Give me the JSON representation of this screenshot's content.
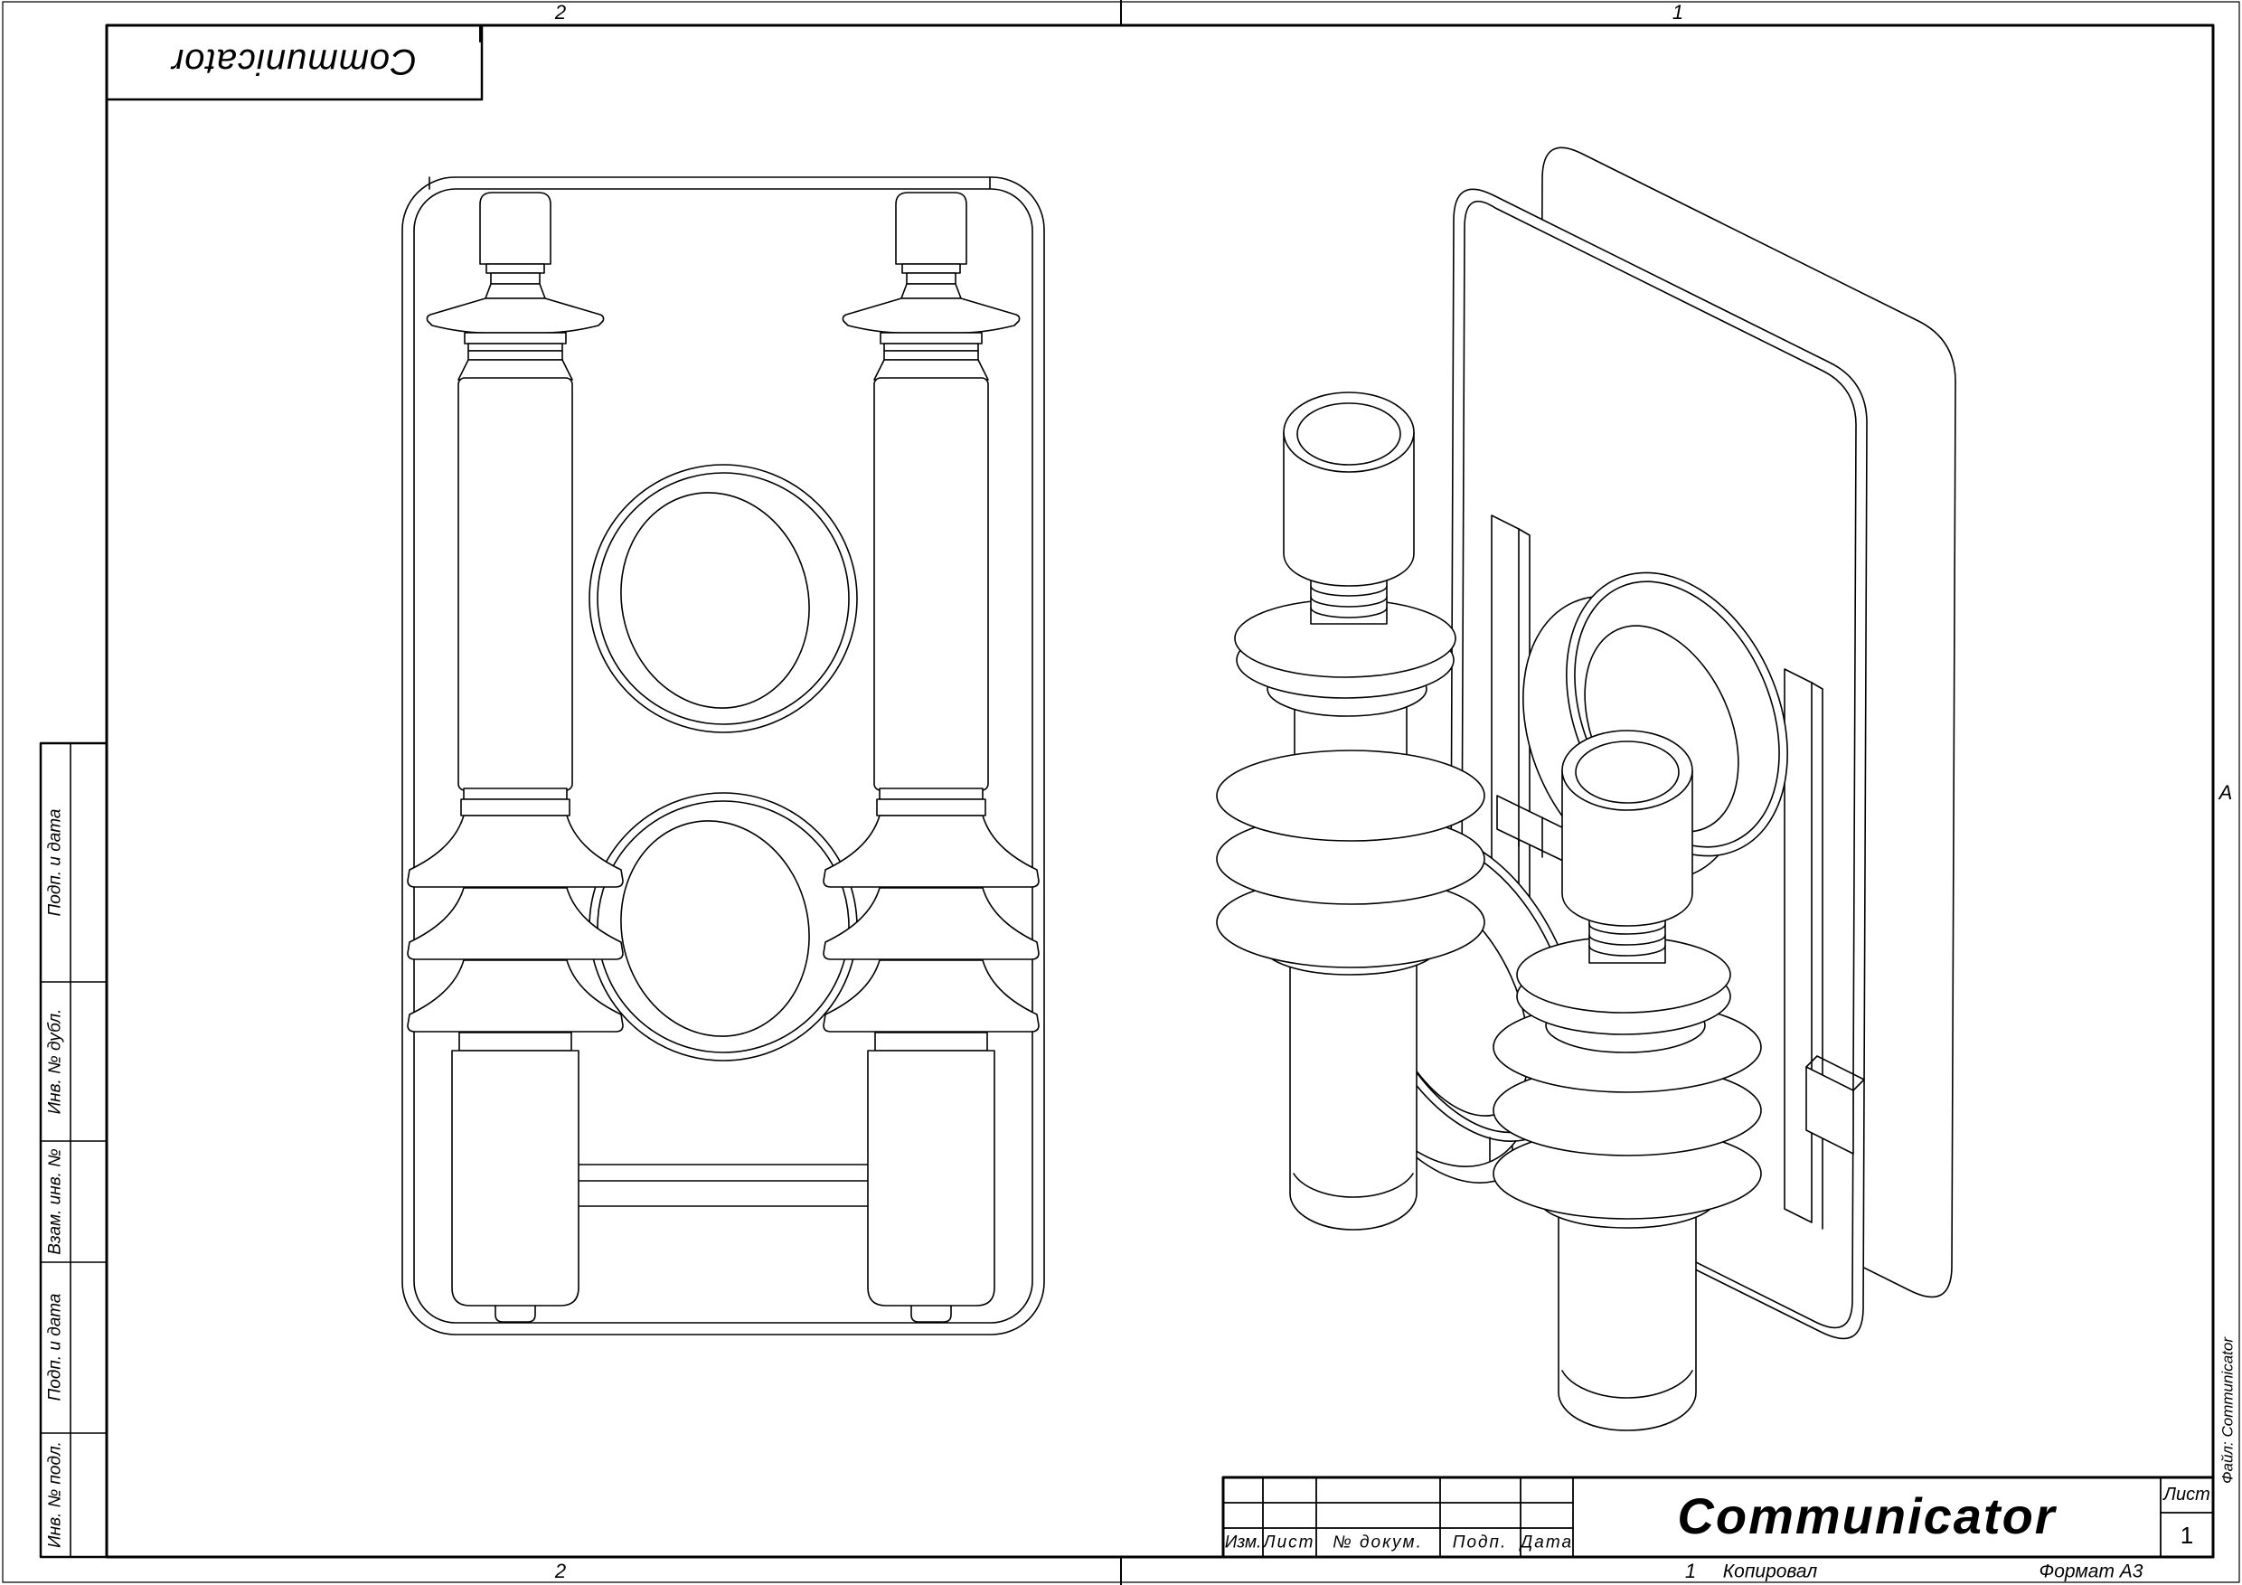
{
  "sheet": {
    "stamp_designation": "Communicator",
    "zone_markers": {
      "top_left": "2",
      "top_right": "1",
      "bottom_left": "2",
      "bottom_right": "1",
      "right_letter": "A"
    },
    "file_note": "Файл: Communicator"
  },
  "side_column": {
    "labels": [
      "Подп. и дата",
      "Инв. № дубл.",
      "Взам. инв. №",
      "Подп. и дата",
      "Инв. № подл."
    ]
  },
  "title_block": {
    "columns": [
      "Изм.",
      "Лист",
      "№ докум.",
      "Подп.",
      "Дата"
    ],
    "title": "Communicator",
    "sheet_label": "Лист",
    "sheet_number": "1",
    "copied_label": "Копировал",
    "format_label": "Формат А3"
  }
}
